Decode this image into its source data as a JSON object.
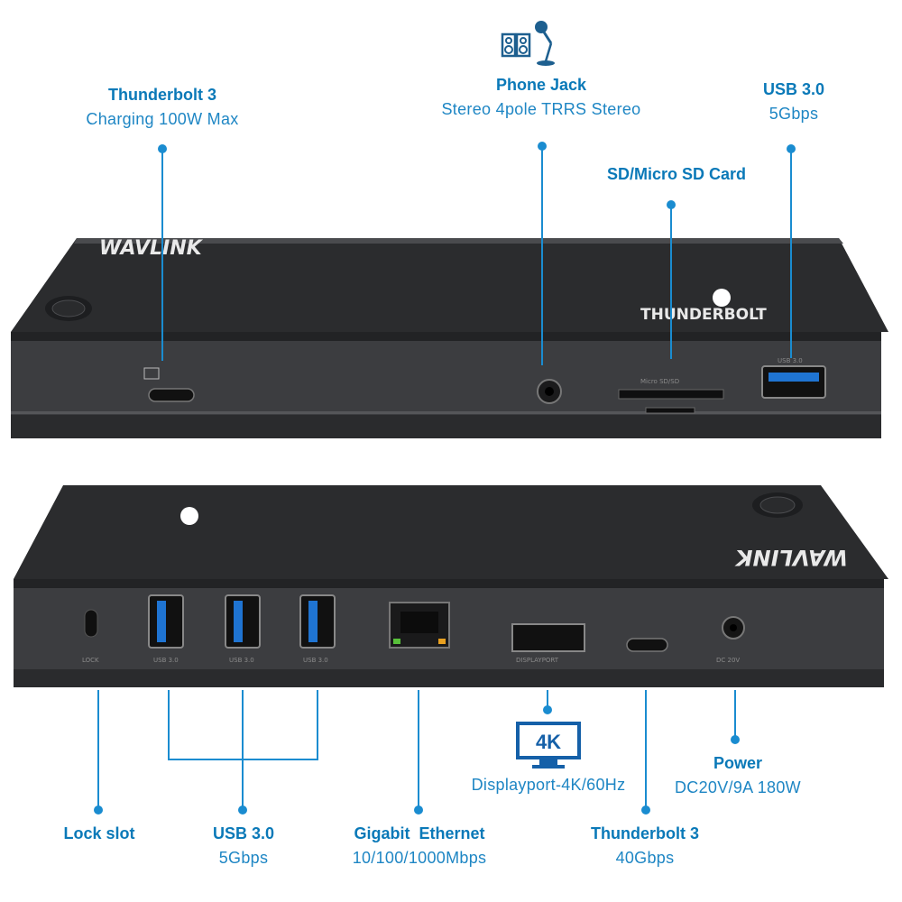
{
  "top_labels": {
    "thunderbolt_charging": {
      "title": "Thunderbolt 3",
      "sub": "Charging 100W Max"
    },
    "phone_jack": {
      "title": "Phone Jack",
      "sub": "Stereo 4pole TRRS Stereo"
    },
    "usb_front": {
      "title": "USB 3.0",
      "sub": "5Gbps"
    },
    "sd_card": {
      "title": "SD/Micro SD Card"
    }
  },
  "bottom_labels": {
    "lock_slot": {
      "title": "Lock slot"
    },
    "usb_rear": {
      "title": "USB 3.0",
      "sub": "5Gbps"
    },
    "ethernet": {
      "title": "Gigabit  Ethernet",
      "sub": "10/100/1000Mbps"
    },
    "displayport": {
      "badge": "4K",
      "sub": "Displayport-4K/60Hz"
    },
    "thunderbolt_rear": {
      "title": "Thunderbolt 3",
      "sub": "40Gbps"
    },
    "power": {
      "title": "Power",
      "sub": "DC20V/9A 180W"
    }
  },
  "device": {
    "brand": "WAVLINK",
    "thunderbolt_logo": "THUNDERBOLT",
    "front_port_labels": {
      "usb": "USB 3.0",
      "sd": "Micro SD/SD"
    },
    "rear_port_labels": {
      "lock": "LOCK",
      "usb1": "USB 3.0",
      "usb2": "USB 3.0",
      "usb3": "USB 3.0",
      "dp": "DISPLAYPORT",
      "dc": "DC 20V"
    }
  },
  "colors": {
    "accent": "#0a79b8",
    "device_body": "#3a3b3d",
    "device_top": "#2f3032"
  }
}
